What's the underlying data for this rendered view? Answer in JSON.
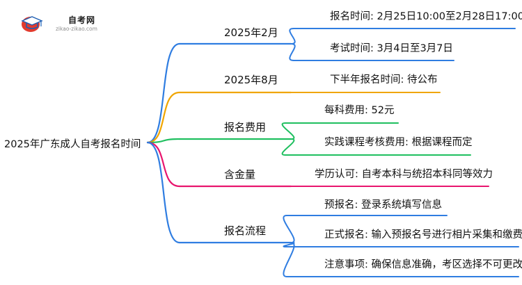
{
  "logo": {
    "name": "自考网",
    "url": "zikao-zikao.com"
  },
  "root": {
    "label": "2025年广东成人自考报名时间"
  },
  "branches": [
    {
      "label": "2025年2月",
      "color": "#2f7de1",
      "leaves": [
        "报名时间: 2月25日10:00至2月28日17:00",
        "考试时间: 3月4日至3月7日"
      ]
    },
    {
      "label": "2025年8月",
      "color": "#f0a500",
      "leaves": [
        "下半年报名时间: 待公布"
      ]
    },
    {
      "label": "报名费用",
      "color": "#1fbf5f",
      "leaves": [
        "每科费用: 52元",
        "实践课程考核费用: 根据课程而定"
      ]
    },
    {
      "label": "含金量",
      "color": "#e8156e",
      "leaves": [
        "学历认可: 自考本科与统招本科同等效力"
      ]
    },
    {
      "label": "报名流程",
      "color": "#2f7de1",
      "leaves": [
        "预报名: 登录系统填写信息",
        "正式报名: 输入预报名号进行相片采集和缴费",
        "注意事项: 确保信息准确，考区选择不可更改"
      ]
    }
  ]
}
